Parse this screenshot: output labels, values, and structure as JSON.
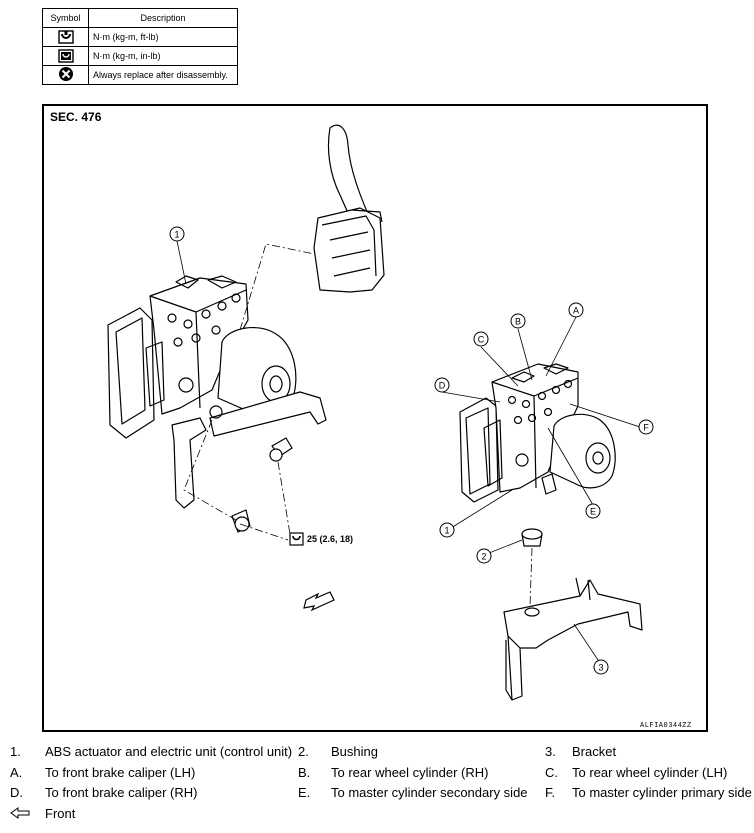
{
  "symbol_table": {
    "header_symbol": "Symbol",
    "header_description": "Description",
    "rows": [
      {
        "icon": "torque-wrench-ft-lb-icon",
        "description": "N·m (kg-m, ft-lb)"
      },
      {
        "icon": "torque-wrench-in-lb-icon",
        "description": "N·m (kg-m, in-lb)"
      },
      {
        "icon": "always-replace-icon",
        "description": "Always replace after disassembly."
      }
    ]
  },
  "diagram": {
    "section": "SEC. 476",
    "torque_spec": "25 (2.6, 18)",
    "reference_code": "ALFIA0344ZZ",
    "callouts_left": [
      "1"
    ],
    "callouts_right": [
      "A",
      "B",
      "C",
      "D",
      "F",
      "E",
      "1",
      "2",
      "3"
    ]
  },
  "legend": {
    "row1": [
      {
        "key": "1.",
        "text": "ABS actuator and electric unit (control unit)"
      },
      {
        "key": "2.",
        "text": "Bushing"
      },
      {
        "key": "3.",
        "text": "Bracket"
      }
    ],
    "row2": [
      {
        "key": "A.",
        "text": "To front brake caliper (LH)"
      },
      {
        "key": "B.",
        "text": "To rear wheel cylinder (RH)"
      },
      {
        "key": "C.",
        "text": "To rear wheel cylinder (LH)"
      }
    ],
    "row3": [
      {
        "key": "D.",
        "text": "To front brake caliper (RH)"
      },
      {
        "key": "E.",
        "text": "To master cylinder secondary side"
      },
      {
        "key": "F.",
        "text": "To master cylinder primary side"
      }
    ],
    "front_label": "Front"
  }
}
